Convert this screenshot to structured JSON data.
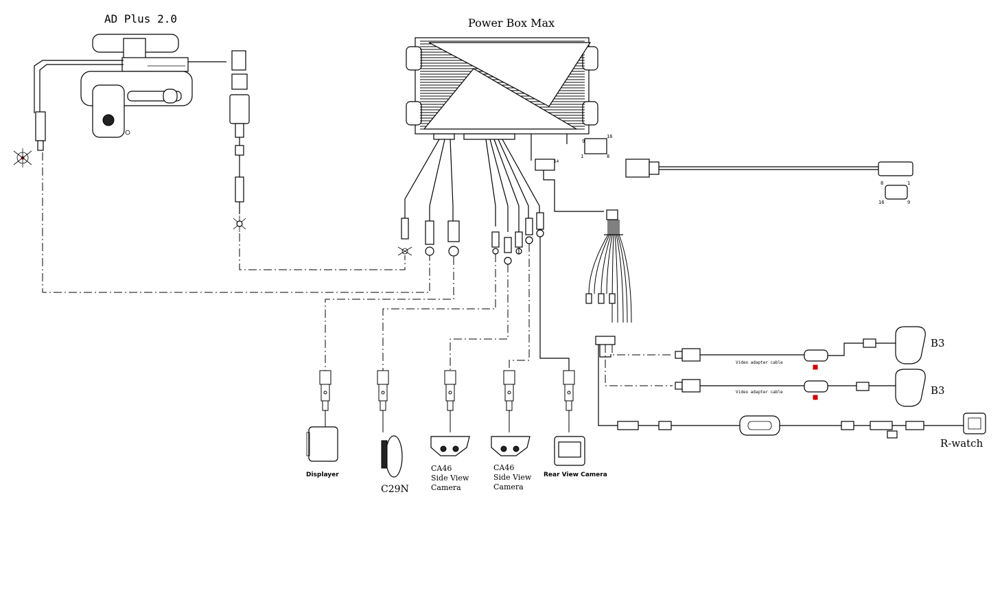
{
  "components": {
    "ad_plus": "AD Plus 2.0",
    "power_box": "Power Box Max",
    "displayer": "Displayer",
    "c29n": "C29N",
    "ca46_left": [
      "CA46",
      "Side View",
      "Camera"
    ],
    "ca46_right": [
      "CA46",
      "Side View",
      "Camera"
    ],
    "rear_camera": "Rear View Camera",
    "b3_top": "B3",
    "b3_bottom": "B3",
    "r_watch": "R-watch"
  },
  "cables": {
    "video_adapter_top": "Video  adapter  cable",
    "video_adapter_bottom": "Video  adapter  cable"
  },
  "pin_labels": {
    "obd_top_left": "8",
    "obd_top_right": "1",
    "obd_bottom_left": "16",
    "obd_bottom_right": "9",
    "conn16_a": "16",
    "conn16_b": "9",
    "conn16_c": "1",
    "conn16_d": "8",
    "conn14": "14"
  },
  "colors": {
    "line": "#000000",
    "pin_marker": "#cc0000"
  }
}
